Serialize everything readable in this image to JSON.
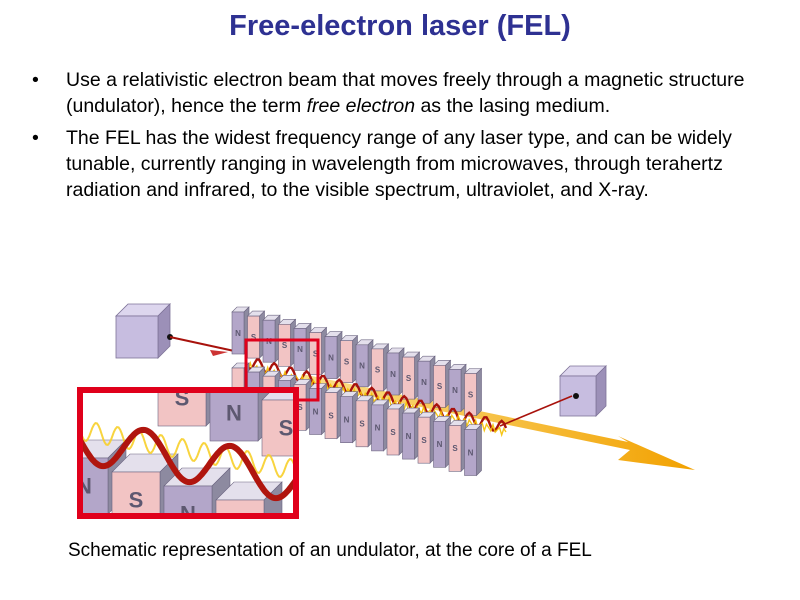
{
  "slide": {
    "title": "Free-electron laser (FEL)",
    "bullets": [
      {
        "before": "Use a relativistic electron beam that moves freely through a magnetic structure (undulator), hence the term ",
        "emphasis": "free electron",
        "after": " as the lasing medium."
      },
      {
        "text": "The FEL has the widest frequency range of any laser type, and can be widely tunable, currently ranging in wavelength from microwaves, through terahertz radiation and infrared, to the visible spectrum, ultraviolet, and X-ray."
      }
    ],
    "caption": "Schematic representation of an undulator, at the core of a FEL"
  },
  "figure": {
    "magnet_pole_labels": [
      "N",
      "S"
    ],
    "colors": {
      "magnet_n": "#b3a6c9",
      "magnet_s": "#f2c4c4",
      "highlight_frame": "#e0001b",
      "electron_path": "#a8120c",
      "light_beam": "#f5b514",
      "source_cube": "#c7bde0",
      "title_color": "#2e3192"
    }
  }
}
